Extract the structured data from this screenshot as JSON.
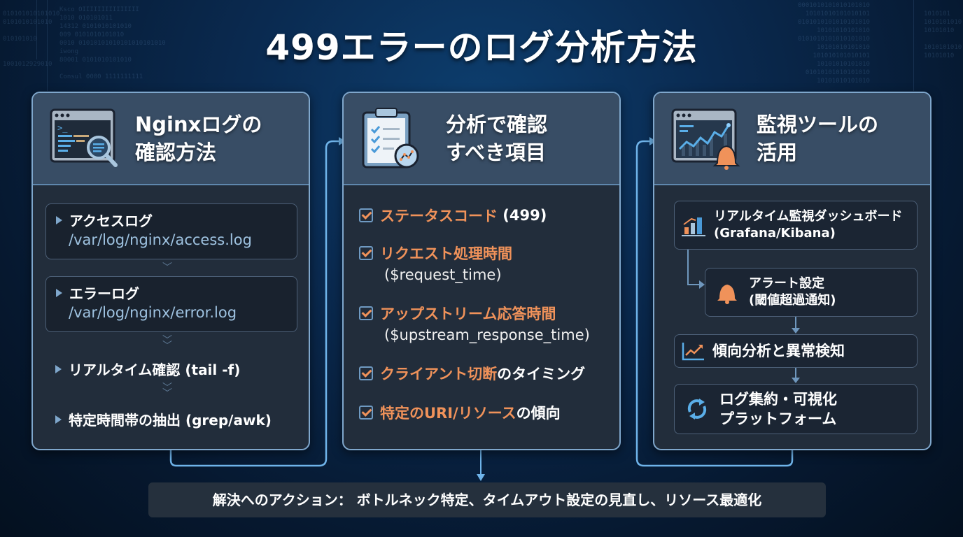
{
  "title": "499エラーのログ分析方法",
  "panels": [
    {
      "icon": "terminal-search-icon",
      "title_line1": "Nginxログの",
      "title_line2": "確認方法",
      "log_boxes": [
        {
          "label": "アクセスログ",
          "path": "/var/log/nginx/access.log"
        },
        {
          "label": "エラーログ",
          "path": "/var/log/nginx/error.log"
        }
      ],
      "items": [
        {
          "label": "リアルタイム確認 (tail -f)"
        },
        {
          "label": "特定時間帯の抽出 (grep/awk)"
        }
      ]
    },
    {
      "icon": "clipboard-checklist-icon",
      "title_line1": "分析で確認",
      "title_line2": "すべき項目",
      "checks": [
        {
          "highlight": "ステータスコード",
          "rest": " (499)",
          "sub": ""
        },
        {
          "highlight": "リクエスト処理時間",
          "rest": "",
          "sub": "($request_time)"
        },
        {
          "highlight": "アップストリーム応答時間",
          "rest": "",
          "sub": "($upstream_response_time)"
        },
        {
          "highlight": "クライアント切断",
          "rest": "のタイミング",
          "sub": ""
        },
        {
          "highlight": "特定のURI/リソース",
          "rest": "の傾向",
          "sub": ""
        }
      ]
    },
    {
      "icon": "dashboard-bell-icon",
      "title_line1": "監視ツールの",
      "title_line2": "活用",
      "boxes": [
        {
          "icon": "bar-chart-icon",
          "line1": "リアルタイム監視ダッシュボード",
          "line2": "(Grafana/Kibana)"
        },
        {
          "icon": "bell-icon",
          "line1": "アラート設定",
          "line2": "(閾値超過通知)"
        },
        {
          "icon": "trend-chart-icon",
          "line1": "傾向分析と異常検知",
          "line2": ""
        },
        {
          "icon": "refresh-icon",
          "line1": "ログ集約・可視化",
          "line2": "プラットフォーム"
        }
      ]
    }
  ],
  "bottom": {
    "text": "解決へのアクション： ボトルネック特定、タイムアウト設定の見直し、リソース最適化"
  },
  "colors": {
    "accent_blue": "#5aaee8",
    "accent_orange": "#f0925a",
    "panel_border": "#7fa7cc",
    "panel_header": "#384d65",
    "panel_body": "#222d3b"
  }
}
